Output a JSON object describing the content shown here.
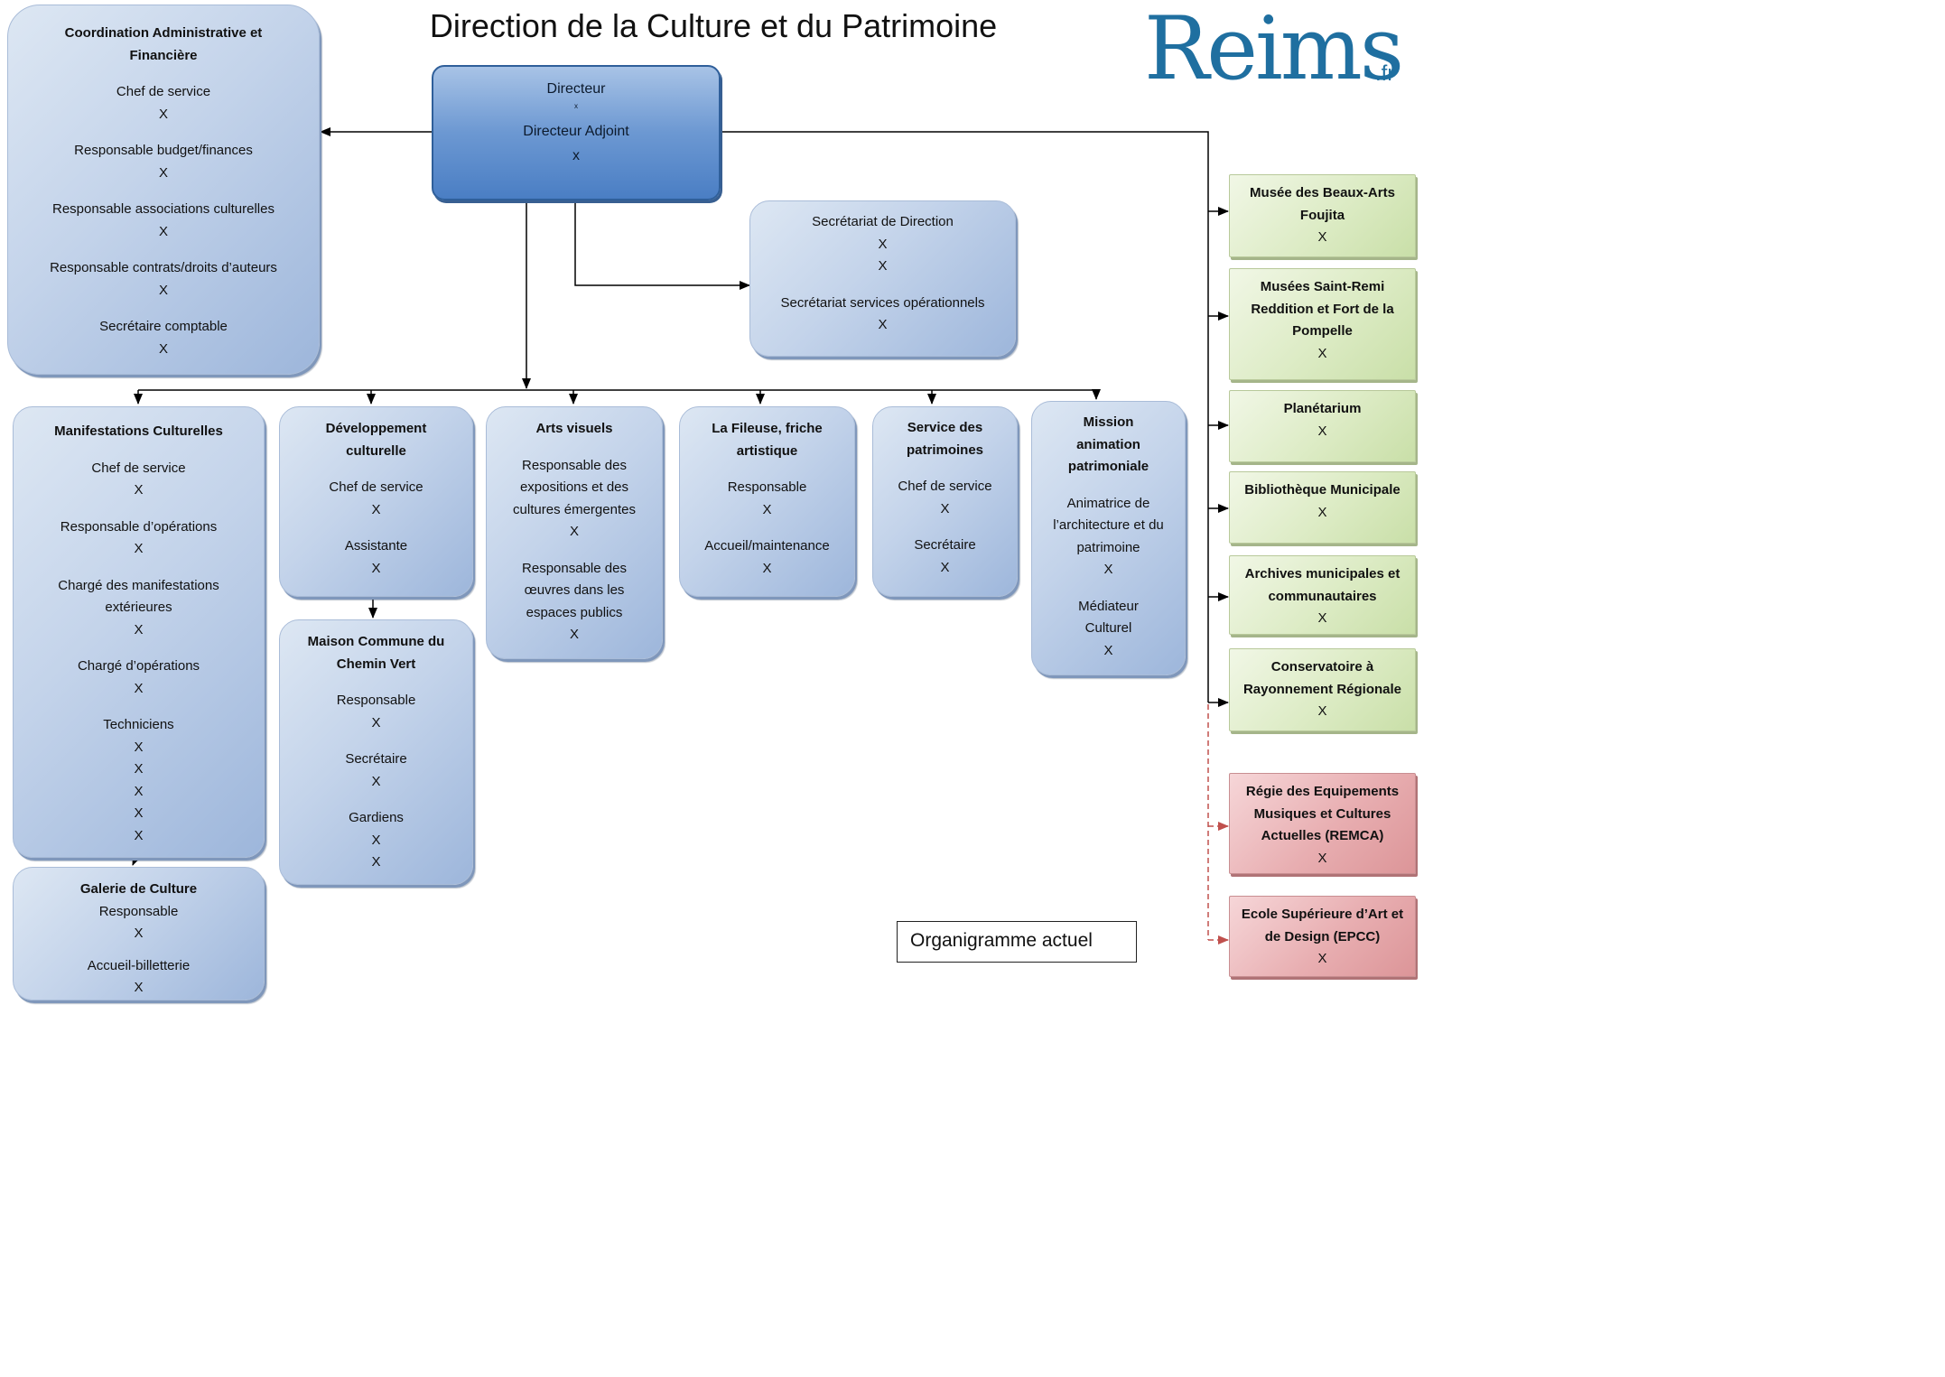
{
  "title": "Direction de la Culture et du Patrimoine",
  "logo": {
    "name": "Reims",
    "extension": ".fr",
    "color": "#1f6fa0"
  },
  "legend_label": "Organigramme actuel",
  "colors": {
    "blue_box": "#9db6db",
    "director_box": "#4a7ec4",
    "green_box": "#dcebc4",
    "red_box": "#e8aeb1",
    "connector": "#000000",
    "dashed_connector": "#c0504d"
  },
  "director": {
    "title": "Directeur",
    "title_value": "x",
    "deputy": "Directeur Adjoint",
    "deputy_value": "x"
  },
  "coordination": {
    "title": "Coordination Administrative et Financière",
    "roles": [
      {
        "label": "Chef de service",
        "values": [
          "X"
        ]
      },
      {
        "label": "Responsable budget/finances",
        "values": [
          "X"
        ]
      },
      {
        "label": "Responsable associations culturelles",
        "values": [
          "X"
        ]
      },
      {
        "label": "Responsable contrats/droits d’auteurs",
        "values": [
          "X"
        ]
      },
      {
        "label": "Secrétaire comptable",
        "values": [
          "X"
        ]
      }
    ]
  },
  "secretariat": {
    "roles": [
      {
        "label": "Secrétariat de Direction",
        "values": [
          "X",
          "X"
        ]
      },
      {
        "label": "Secrétariat services opérationnels",
        "values": [
          "X"
        ]
      }
    ]
  },
  "services": [
    {
      "title": "Manifestations Culturelles",
      "roles": [
        {
          "label": "Chef de service",
          "values": [
            "X"
          ]
        },
        {
          "label": "Responsable d’opérations",
          "values": [
            "X"
          ]
        },
        {
          "label": "Chargé des manifestations extérieures",
          "values": [
            "X"
          ]
        },
        {
          "label": "Chargé d’opérations",
          "values": [
            "X"
          ]
        },
        {
          "label": "Techniciens",
          "values": [
            "X",
            "X",
            "X",
            "X",
            "X"
          ]
        }
      ]
    },
    {
      "title": "Développement culturelle",
      "roles": [
        {
          "label": "Chef de service",
          "values": [
            "X"
          ]
        },
        {
          "label": "Assistante",
          "values": [
            "X"
          ]
        }
      ]
    },
    {
      "title": "Arts visuels",
      "roles": [
        {
          "label": "Responsable des expositions et des cultures émergentes",
          "values": [
            "X"
          ]
        },
        {
          "label": "Responsable des œuvres dans les espaces publics",
          "values": [
            "X"
          ]
        }
      ]
    },
    {
      "title": "La Fileuse, friche artistique",
      "roles": [
        {
          "label": "Responsable",
          "values": [
            "X"
          ]
        },
        {
          "label": "Accueil/maintenance",
          "values": [
            "X"
          ]
        }
      ]
    },
    {
      "title": "Service des patrimoines",
      "roles": [
        {
          "label": "Chef de service",
          "values": [
            "X"
          ]
        },
        {
          "label": "Secrétaire",
          "values": [
            "X"
          ]
        }
      ]
    },
    {
      "title": "Mission animation patrimoniale",
      "roles": [
        {
          "label": "Animatrice de l’architecture et du patrimoine",
          "values": [
            "X"
          ]
        },
        {
          "label": "Médiateur Culturel",
          "values": [
            "X"
          ]
        }
      ]
    }
  ],
  "maison_commune": {
    "title": "Maison Commune du Chemin Vert",
    "roles": [
      {
        "label": "Responsable",
        "values": [
          "X"
        ]
      },
      {
        "label": "Secrétaire",
        "values": [
          "X"
        ]
      },
      {
        "label": "Gardiens",
        "values": [
          "X",
          "X"
        ]
      }
    ]
  },
  "galerie": {
    "title": "Galerie de Culture",
    "roles": [
      {
        "label": "Responsable",
        "values": [
          "X"
        ]
      },
      {
        "label": "Accueil-billetterie",
        "values": [
          "X"
        ]
      }
    ]
  },
  "green_units": [
    {
      "title": "Musée des Beaux-Arts Foujita",
      "value": "X"
    },
    {
      "title": "Musées Saint-Remi Reddition et Fort de la Pompelle",
      "value": "X"
    },
    {
      "title": "Planétarium",
      "value": "X"
    },
    {
      "title": "Bibliothèque Municipale",
      "value": "X"
    },
    {
      "title": "Archives municipales et communautaires",
      "value": "X"
    },
    {
      "title": "Conservatoire à Rayonnement Régionale",
      "value": "X"
    }
  ],
  "red_units": [
    {
      "title": "Régie des Equipements Musiques et Cultures Actuelles (REMCA)",
      "value": "X"
    },
    {
      "title": "Ecole Supérieure d’Art et de Design (EPCC)",
      "value": "X"
    }
  ]
}
